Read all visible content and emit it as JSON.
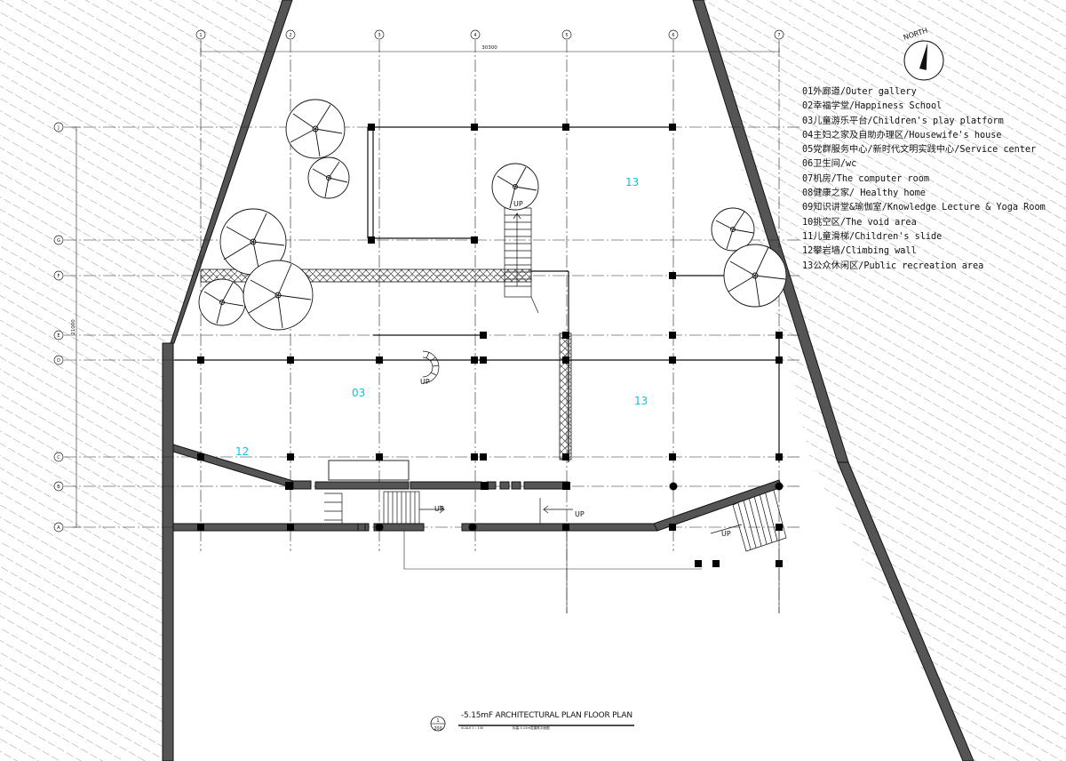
{
  "plan": {
    "north_label": "NORTH",
    "dimension_width": "30300",
    "dimension_height": "21000",
    "column_grid_labels": [
      "1",
      "2",
      "3",
      "4",
      "5",
      "6",
      "7"
    ],
    "row_grid_labels": [
      "J",
      "G",
      "F",
      "E",
      "D",
      "C",
      "B",
      "A"
    ],
    "up_labels": [
      "UP",
      "UP",
      "UP",
      "UP",
      "UP"
    ],
    "zone_labels": [
      "13",
      "03",
      "13",
      "12"
    ],
    "zone_label_color": "#00c8e0",
    "line_color": "#111111",
    "hatch_color": "#9a9a9a"
  },
  "legend": [
    "01外廊道/Outer gallery",
    "02幸福学堂/Happiness School",
    "03儿童游乐平台/Children's play platform",
    "04主妇之家及自助办理区/Housewife's house",
    "05党群服务中心/新时代文明实践中心/Service center",
    "06卫生间/wc",
    "07机房/The computer room",
    "08健康之家/ Healthy home",
    "09知识讲堂&瑜伽室/Knowledge Lecture & Yoga Room",
    "10挑空区/The void area",
    "11儿童滑梯/Children's slide",
    "12攀岩墙/Climbing wall",
    "13公众休闲区/Public recreation area"
  ],
  "title_block": {
    "number": "1",
    "scale_ref": "200",
    "title": "-5.15mF ARCHITECTURAL PLAN  FLOOR PLAN",
    "scale": "SCALE 1 : 150",
    "subtitle_cn": "标高-5.15m层建筑平面图"
  }
}
